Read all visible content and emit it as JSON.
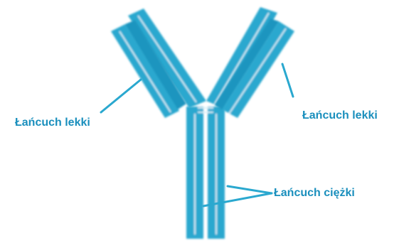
{
  "labels": {
    "light_chain_left": "Łańcuch lekki",
    "light_chain_right": "Łańcuch lekki",
    "heavy_chain": "Łańcuch ciężki"
  },
  "colors": {
    "chain_fill": "#2aa8cf",
    "chain_edge": "#d8f0f8",
    "text": "#1a8fbd"
  }
}
